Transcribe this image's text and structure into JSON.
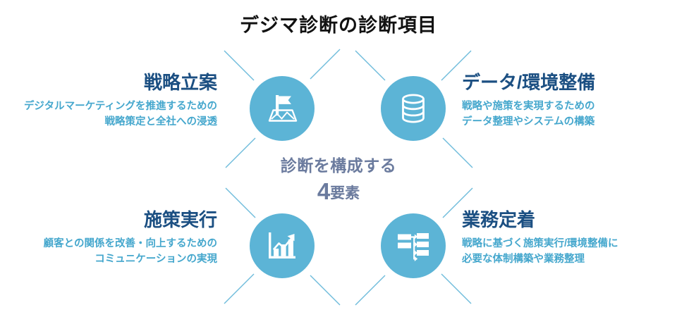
{
  "title": "デジマ診断の診断項目",
  "theme": {
    "circle_fill": "#5cb4d6",
    "heading_color": "#1b4f82",
    "description_color": "#45a7cd",
    "center_color": "#6b7b9e",
    "title_color": "#111111",
    "background": "#ffffff",
    "spoke_color": "#6fbcdb",
    "icon_color": "#ffffff"
  },
  "center": {
    "line1": "診断を構成する",
    "number": "4",
    "unit": "要素"
  },
  "quadrants": [
    {
      "id": "strategy-planning",
      "position": "top-left",
      "heading": "戦略立案",
      "description_lines": [
        "デジタルマーケティングを推進するための",
        "戦略策定と全社への浸透"
      ],
      "icon": "flag-on-map-icon"
    },
    {
      "id": "data-environment",
      "position": "top-right",
      "heading": "データ/環境整備",
      "description_lines": [
        "戦略や施策を実現するための",
        "データ整理やシステムの構築"
      ],
      "icon": "database-icon"
    },
    {
      "id": "measure-execution",
      "position": "bottom-left",
      "heading": "施策実行",
      "description_lines": [
        "顧客との関係を改善・向上するための",
        "コミュニケーションの実現"
      ],
      "icon": "growth-bar-chart-icon"
    },
    {
      "id": "operational-adoption",
      "position": "bottom-right",
      "heading": "業務定着",
      "description_lines": [
        "戦略に基づく施策実行/環境整備に",
        "必要な体制構築や業務整理"
      ],
      "icon": "flowchart-icon"
    }
  ]
}
